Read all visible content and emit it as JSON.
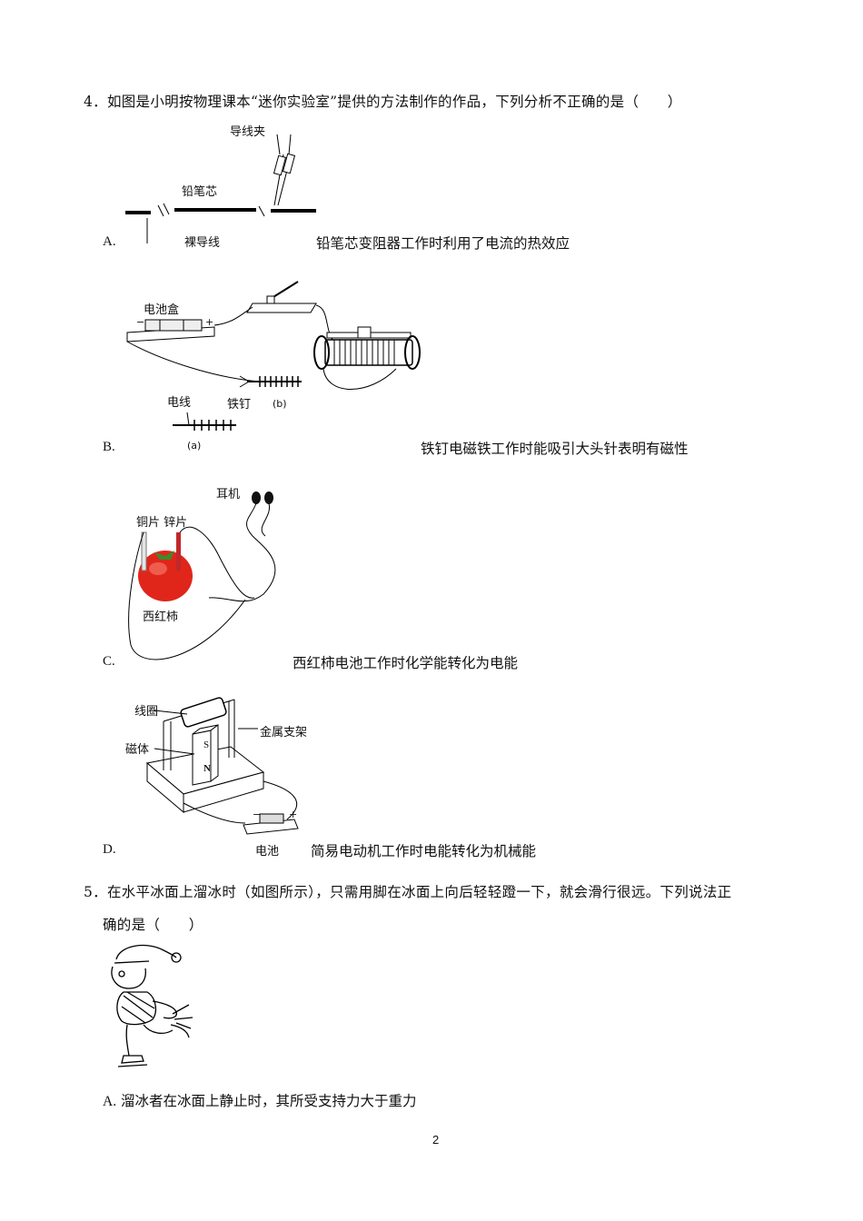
{
  "q4": {
    "stem": "4．如图是小明按物理课本“迷你实验室”提供的方法制作的作品，下列分析不正确的是（　　）",
    "options": [
      {
        "letter": "A.",
        "text": "铅笔芯变阻器工作时利用了电流的热效应",
        "labels": {
          "clip": "导线夹",
          "lead": "铅笔芯",
          "wire": "裸导线"
        }
      },
      {
        "letter": "B.",
        "text": "铁钉电磁铁工作时能吸引大头针表明有磁性",
        "labels": {
          "battery": "电池盒",
          "wire": "电线",
          "nail": "铁钉",
          "a": "(a)",
          "b": "(b)",
          "minus": "−",
          "plus": "+"
        }
      },
      {
        "letter": "C.",
        "text": "西红柿电池工作时化学能转化为电能",
        "labels": {
          "earphone": "耳机",
          "plates": "铜片 锌片",
          "tomato": "西红柿"
        }
      },
      {
        "letter": "D.",
        "text": "简易电动机工作时电能转化为机械能",
        "labels": {
          "coil": "线圈",
          "frame": "金属支架",
          "magnet": "磁体",
          "s": "S",
          "n": "N",
          "battery": "电池",
          "minus": "−",
          "plus": "+"
        }
      }
    ]
  },
  "q5": {
    "stem_line1": "5．在水平冰面上溜冰时（如图所示），只需用脚在冰面上向后轻轻蹬一下，就会滑行很远。下列说法正",
    "stem_line2": "确的是（　　）",
    "options": [
      {
        "letter": "A.",
        "text": "溜冰者在冰面上静止时，其所受支持力大于重力"
      }
    ]
  },
  "page_number": "2"
}
